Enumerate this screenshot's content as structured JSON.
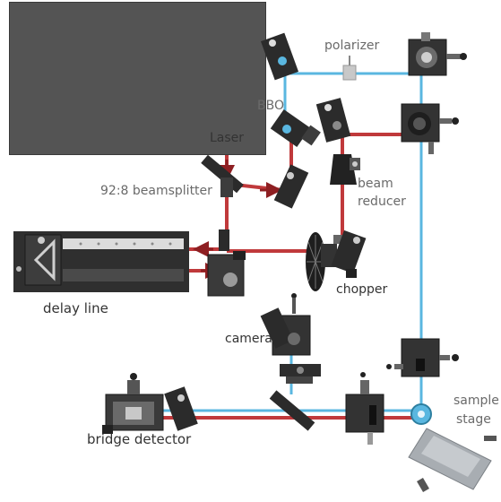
{
  "labels": {
    "laser": "Laser",
    "polarizer": "polarizer",
    "bbo": "BBO",
    "beamsplitter": "92:8 beamsplitter",
    "beam_reducer_1": "beam",
    "beam_reducer_2": "reducer",
    "delay_line": "delay line",
    "chopper": "chopper",
    "camera": "camera",
    "sample_stage_1": "sample",
    "sample_stage_2": "stage",
    "bridge_detector": "bridge detector"
  },
  "colors": {
    "red_beam": "#c0393b",
    "blue_beam": "#5ab7e0",
    "optic_dark": "#2b2b2b",
    "mount_gray": "#3d3d3d",
    "laser_housing": "#545454",
    "stage_gray": "#a8adb2"
  }
}
